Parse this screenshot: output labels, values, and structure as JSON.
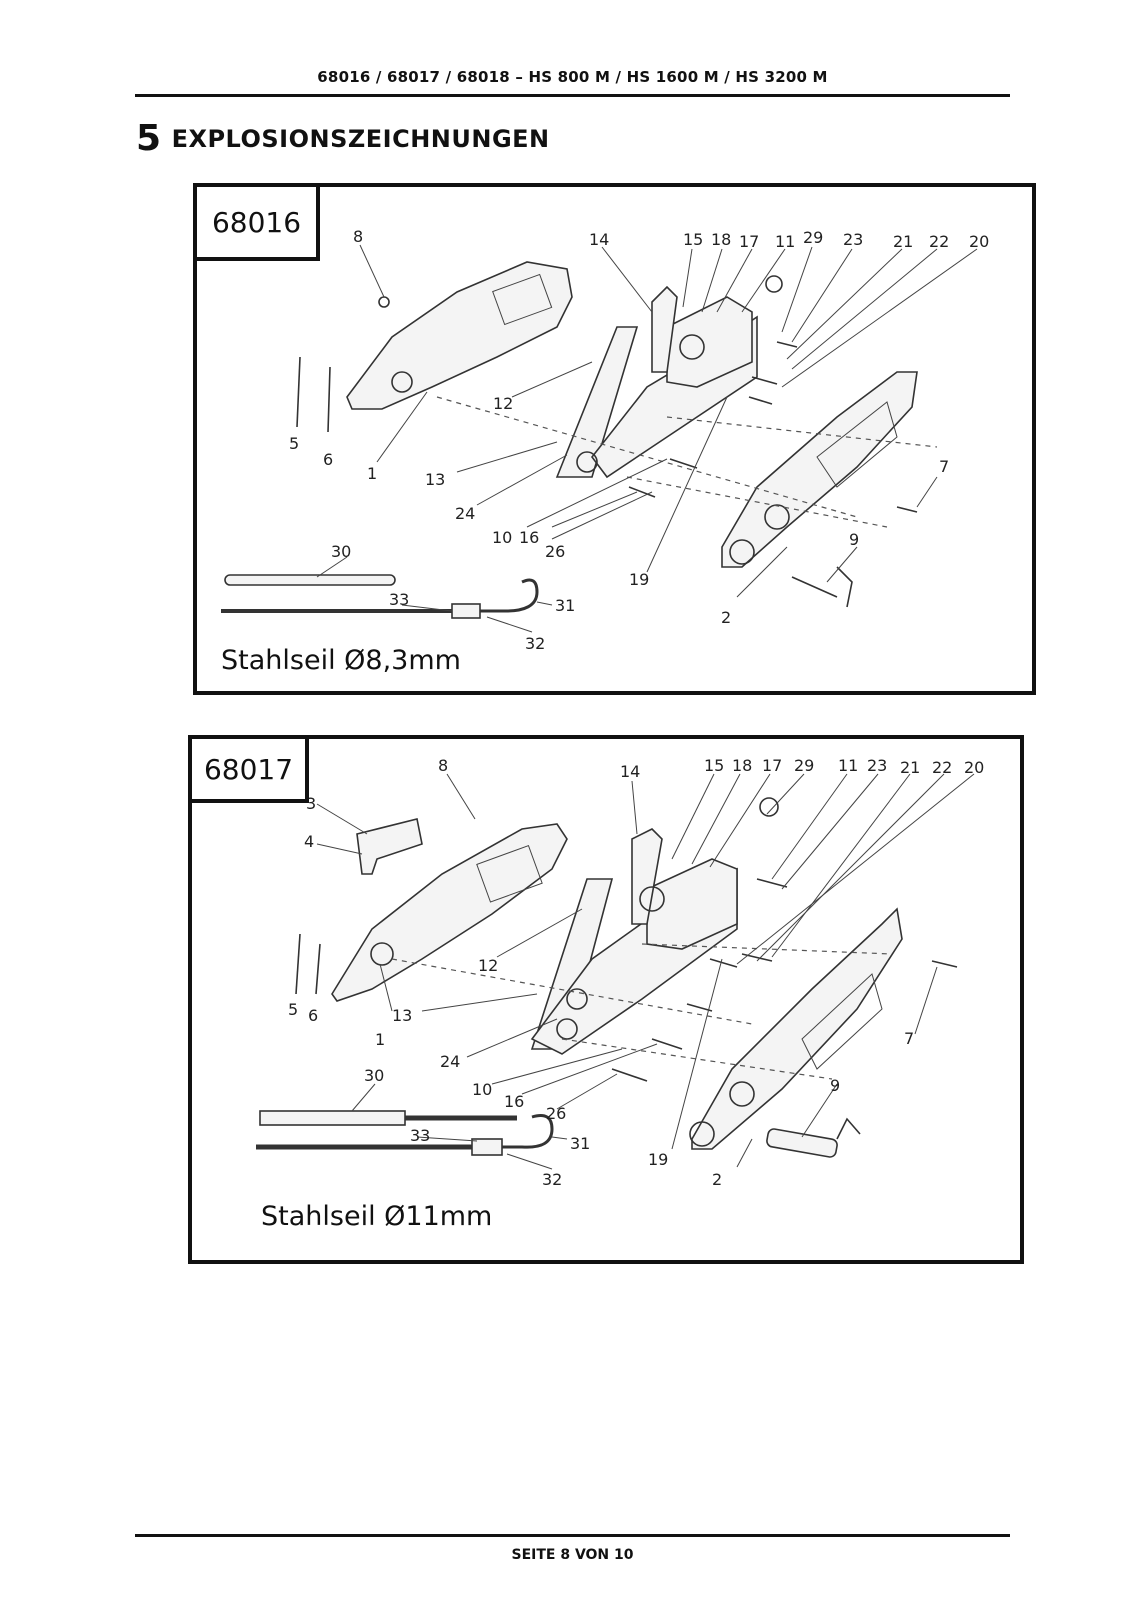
{
  "header": {
    "title": "68016 / 68017 / 68018 – HS 800 M / HS 1600 M / HS 3200 M"
  },
  "section": {
    "number": "5",
    "title": "EXPLOSIONSZEICHNUNGEN"
  },
  "diagrams": [
    {
      "model": "68016",
      "cable_label": "Stahlseil Ø8,3mm",
      "part_labels": [
        "8",
        "14",
        "15",
        "18",
        "17",
        "11",
        "29",
        "23",
        "21",
        "22",
        "20",
        "12",
        "5",
        "6",
        "1",
        "13",
        "24",
        "10",
        "16",
        "26",
        "19",
        "7",
        "2",
        "9",
        "30",
        "33",
        "31",
        "32"
      ]
    },
    {
      "model": "68017",
      "cable_label": "Stahlseil Ø11mm",
      "part_labels": [
        "8",
        "14",
        "15",
        "18",
        "17",
        "29",
        "11",
        "23",
        "21",
        "22",
        "20",
        "3",
        "4",
        "12",
        "5",
        "6",
        "1",
        "13",
        "24",
        "10",
        "16",
        "26",
        "19",
        "7",
        "2",
        "9",
        "30",
        "33",
        "31",
        "32"
      ]
    }
  ],
  "footer": {
    "page": "SEITE 8 VON 10"
  }
}
